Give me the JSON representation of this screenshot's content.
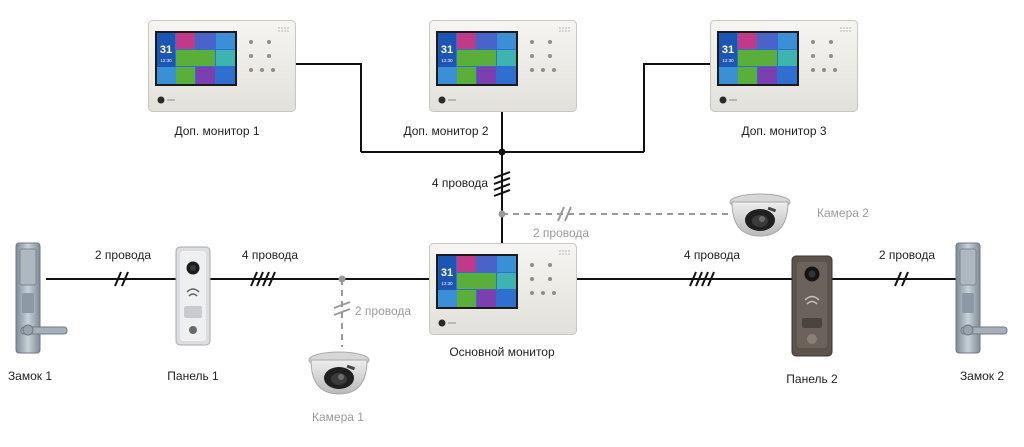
{
  "diagram": {
    "monitors": {
      "main": {
        "label": "Основной монитор"
      },
      "extra1": {
        "label": "Доп. монитор 1"
      },
      "extra2": {
        "label": "Доп. монитор 2"
      },
      "extra3": {
        "label": "Доп. монитор 3"
      }
    },
    "screen": {
      "day": "31",
      "time": "12:30"
    },
    "panels": {
      "panel1": {
        "label": "Панель 1"
      },
      "panel2": {
        "label": "Панель 2"
      }
    },
    "locks": {
      "lock1": {
        "label": "Замок 1"
      },
      "lock2": {
        "label": "Замок 2"
      }
    },
    "cameras": {
      "camera1": {
        "label": "Камера 1"
      },
      "camera2": {
        "label": "Камера 2"
      }
    },
    "wires": {
      "lock1_panel1": "2 провода",
      "panel1_main": "4 провода",
      "camera1_link": "2 провода",
      "trunk": "4 провода",
      "camera2_link": "2 провода",
      "main_panel2": "4 провода",
      "panel2_lock2": "2 провода"
    },
    "colors": {
      "wire": "#111111",
      "optional_wire": "#999999",
      "monitor_body": "#ecebe6",
      "screen_bg": "#2f6fd0",
      "panel1_body": "#d9dadc",
      "panel2_body": "#5a524b",
      "lock_metal": "#9ea9b3"
    }
  }
}
